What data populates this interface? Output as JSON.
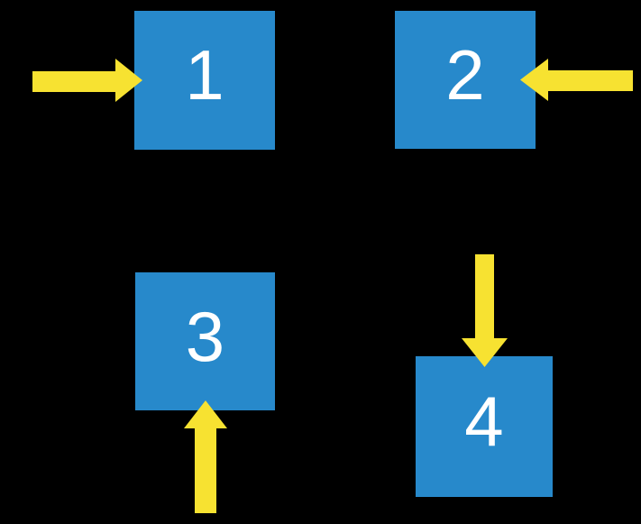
{
  "scene": {
    "background_color": "#000000",
    "square_color": "#2789CB",
    "arrow_color": "#F7E231",
    "label_color": "#FFFFFF"
  },
  "boxes": [
    {
      "label": "1",
      "arrow_direction": "right"
    },
    {
      "label": "2",
      "arrow_direction": "left"
    },
    {
      "label": "3",
      "arrow_direction": "up"
    },
    {
      "label": "4",
      "arrow_direction": "down"
    }
  ]
}
